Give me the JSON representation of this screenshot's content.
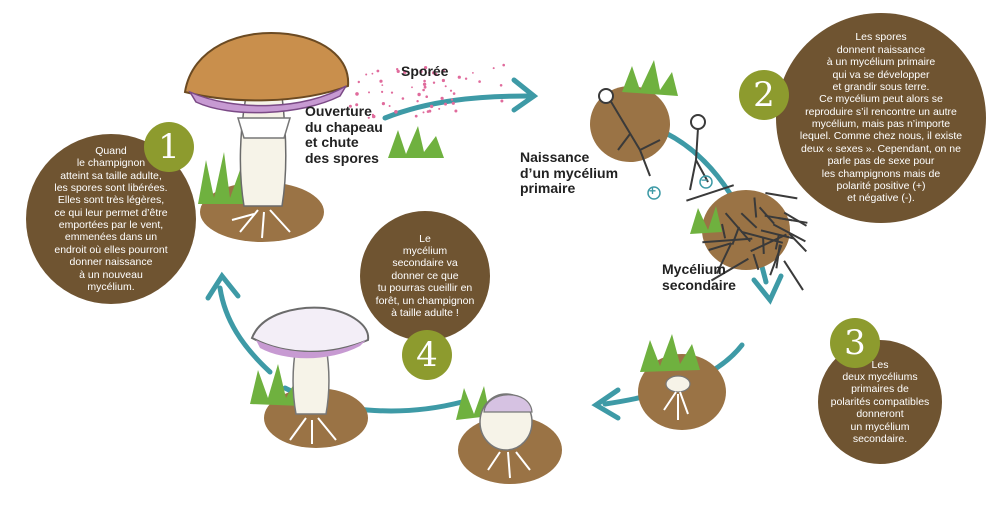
{
  "labels": {
    "sporee": "Sporée",
    "ouverture": "Ouverture\ndu chapeau\net chute\ndes spores",
    "naissance": "Naissance\nd’un mycélium\nprimaire",
    "secondaire": "Mycélium\nsecondaire",
    "plus": "+",
    "minus": "−"
  },
  "steps": [
    {
      "number": "1",
      "text": "Quand\nle champignon\natteint sa taille adulte,\nles spores sont libérées.\nElles sont très légères,\nce qui leur permet d’être\nemportées par le vent,\nemmenées dans un\nendroit où elles pourront\ndonner naissance\nà un nouveau\nmycélium."
    },
    {
      "number": "2",
      "text": "Les spores\ndonnent naissance\nà un mycélium primaire\nqui va se développer\net grandir sous terre.\nCe mycélium peut alors se\nreproduire s’il rencontre un autre\nmycélium, mais pas n’importe\nlequel. Comme chez nous, il existe\ndeux « sexes ». Cependant, on ne\nparle pas de sexe pour\nles champignons mais de\npolarité positive (+)\net négative (-)."
    },
    {
      "number": "3",
      "text": "Les\ndeux mycéliums\nprimaires de\npolarités compatibles\ndonneront\nun mycélium\nsecondaire."
    },
    {
      "number": "4",
      "text": "Le\nmycélium\nsecondaire va\ndonner ce que\ntu pourras cueillir en\nforêt, un champignon\nà taille adulte !"
    }
  ],
  "colors": {
    "bubble": "#6f5431",
    "badge": "#8d9b2e",
    "arrow": "#3e9aa6",
    "grass": "#6fb13f",
    "soil": "#9a7345",
    "cap": "#c98f4c",
    "gills": "#c79ad2"
  }
}
